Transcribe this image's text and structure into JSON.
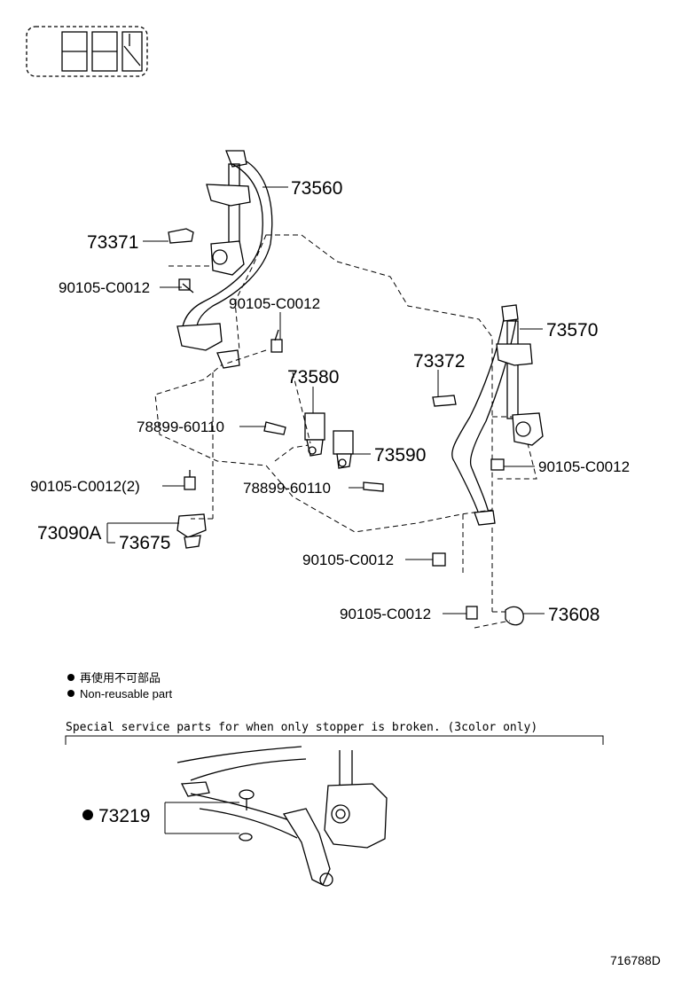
{
  "callouts": {
    "p73560": "73560",
    "p73371": "73371",
    "p90105_a": "90105-C0012",
    "p90105_b": "90105-C0012",
    "p73570": "73570",
    "p73372": "73372",
    "p73580": "73580",
    "p78899_a": "78899-60110",
    "p73590": "73590",
    "p90105_c": "90105-C0012",
    "p90105_d": "90105-C0012(2)",
    "p78899_b": "78899-60110",
    "p73090A": "73090A",
    "p73675": "73675",
    "p90105_e": "90105-C0012",
    "p90105_f": "90105-C0012",
    "p73608": "73608"
  },
  "legend": {
    "jp": "再使用不可部品",
    "en": "Non-reusable part"
  },
  "service_section": {
    "title": "Special service parts for when only stopper is broken. (3color only)",
    "part": "73219"
  },
  "drawing_id": "716788D"
}
